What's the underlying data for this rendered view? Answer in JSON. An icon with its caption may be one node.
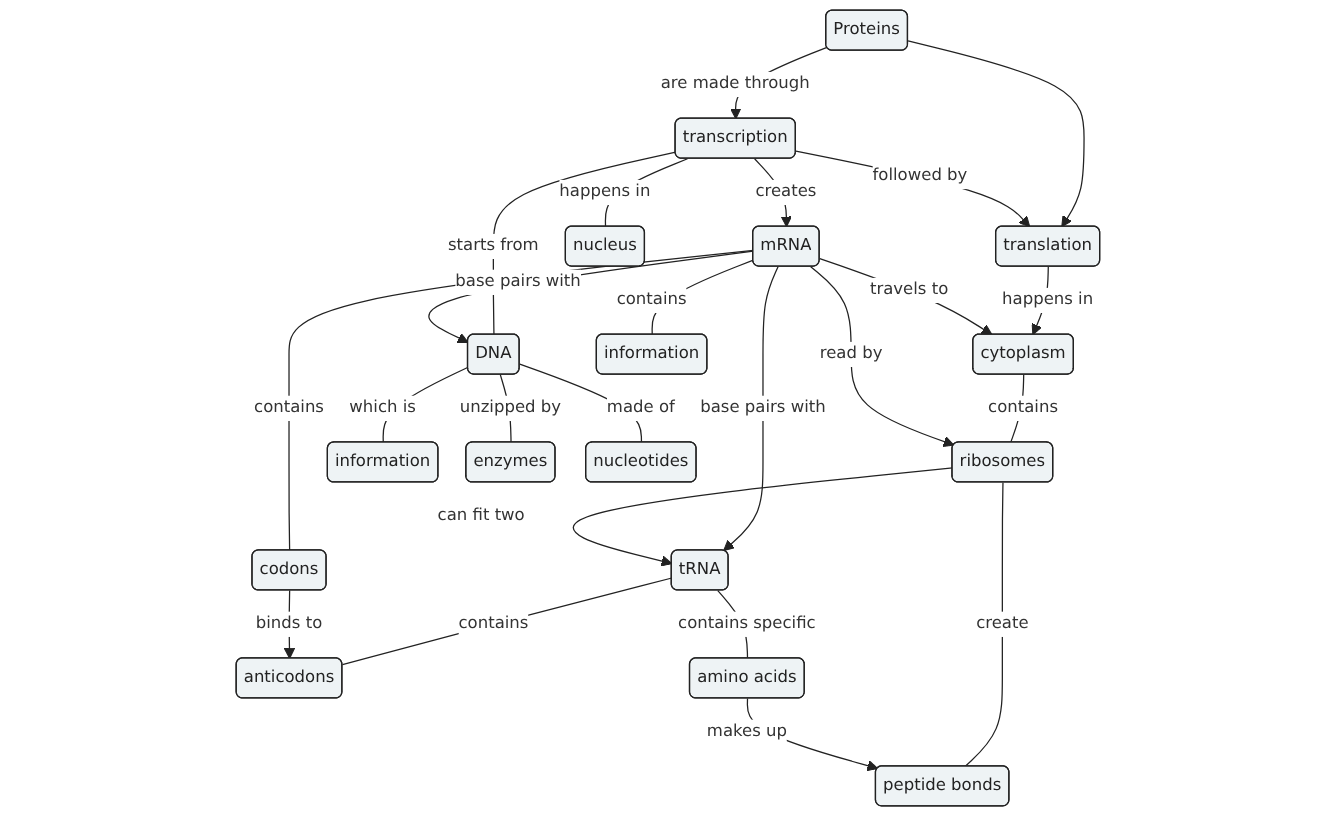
{
  "diagram": {
    "nodes": [
      {
        "text": [
          "Proteins"
        ]
      },
      {
        "text": [
          "transcription"
        ]
      },
      {
        "text": [
          "translation"
        ]
      },
      {
        "text": [
          "cytoplasm"
        ]
      },
      {
        "text": [
          "nucleus"
        ]
      },
      {
        "text": [
          "DNA"
        ]
      },
      {
        "text": [
          "mRNA"
        ]
      },
      {
        "text": [
          "ribosomes"
        ]
      },
      {
        "text": [
          "information"
        ]
      },
      {
        "text": [
          "enzymes"
        ]
      },
      {
        "text": [
          "tRNA"
        ]
      },
      {
        "text": [
          "nucleotides"
        ]
      },
      {
        "text": [
          "codons"
        ]
      },
      {
        "text": [
          "anticodons"
        ]
      },
      {
        "text": [
          "information"
        ]
      },
      {
        "text": [
          "amino acids"
        ]
      },
      {
        "text": [
          "peptide bonds"
        ]
      }
    ],
    "edges": [
      {
        "from": 0,
        "to": 1,
        "arrow": "to",
        "label": "are made through"
      },
      {
        "from": 0,
        "to": 2,
        "arrow": "to"
      },
      {
        "from": 1,
        "to": 2,
        "arrow": "to",
        "label": "followed by"
      },
      {
        "from": 2,
        "to": 3,
        "arrow": "to",
        "label": "happens in"
      },
      {
        "from": 1,
        "to": 4,
        "arrow": "none",
        "label": "happens in"
      },
      {
        "from": 1,
        "to": 5,
        "arrow": "none",
        "label": "starts from"
      },
      {
        "from": 1,
        "to": 6,
        "arrow": "to",
        "label": "creates"
      },
      {
        "from": 6,
        "to": 3,
        "arrow": "to",
        "label": "travels to"
      },
      {
        "from": 3,
        "to": 7,
        "arrow": "none",
        "label": "contains"
      },
      {
        "from": 6,
        "to": 5,
        "arrow": "to",
        "label": "base pairs with"
      },
      {
        "from": 6,
        "to": 7,
        "arrow": "to",
        "label": "read by"
      },
      {
        "from": 6,
        "to": 10,
        "arrow": "to",
        "label": "base pairs with"
      },
      {
        "from": 7,
        "to": 10,
        "arrow": "to",
        "label": "can fit two"
      },
      {
        "from": 5,
        "to": 8,
        "arrow": "none",
        "label": "which is"
      },
      {
        "from": 5,
        "to": 9,
        "arrow": "none",
        "label": "unzipped by"
      },
      {
        "from": 5,
        "to": 11,
        "arrow": "none",
        "label": "made of"
      },
      {
        "from": 6,
        "to": 14,
        "arrow": "none",
        "label": "contains"
      },
      {
        "from": 6,
        "to": 12,
        "arrow": "none",
        "label": "contains"
      },
      {
        "from": 10,
        "to": 13,
        "arrow": "none",
        "label": "contains"
      },
      {
        "from": 10,
        "to": 15,
        "arrow": "none",
        "label": "contains specific"
      },
      {
        "from": 7,
        "to": 16,
        "arrow": "none",
        "label": "create"
      },
      {
        "from": 12,
        "to": 13,
        "arrow": "to",
        "label": "binds to"
      },
      {
        "from": 15,
        "to": 16,
        "arrow": "to",
        "label": "makes up"
      }
    ]
  }
}
